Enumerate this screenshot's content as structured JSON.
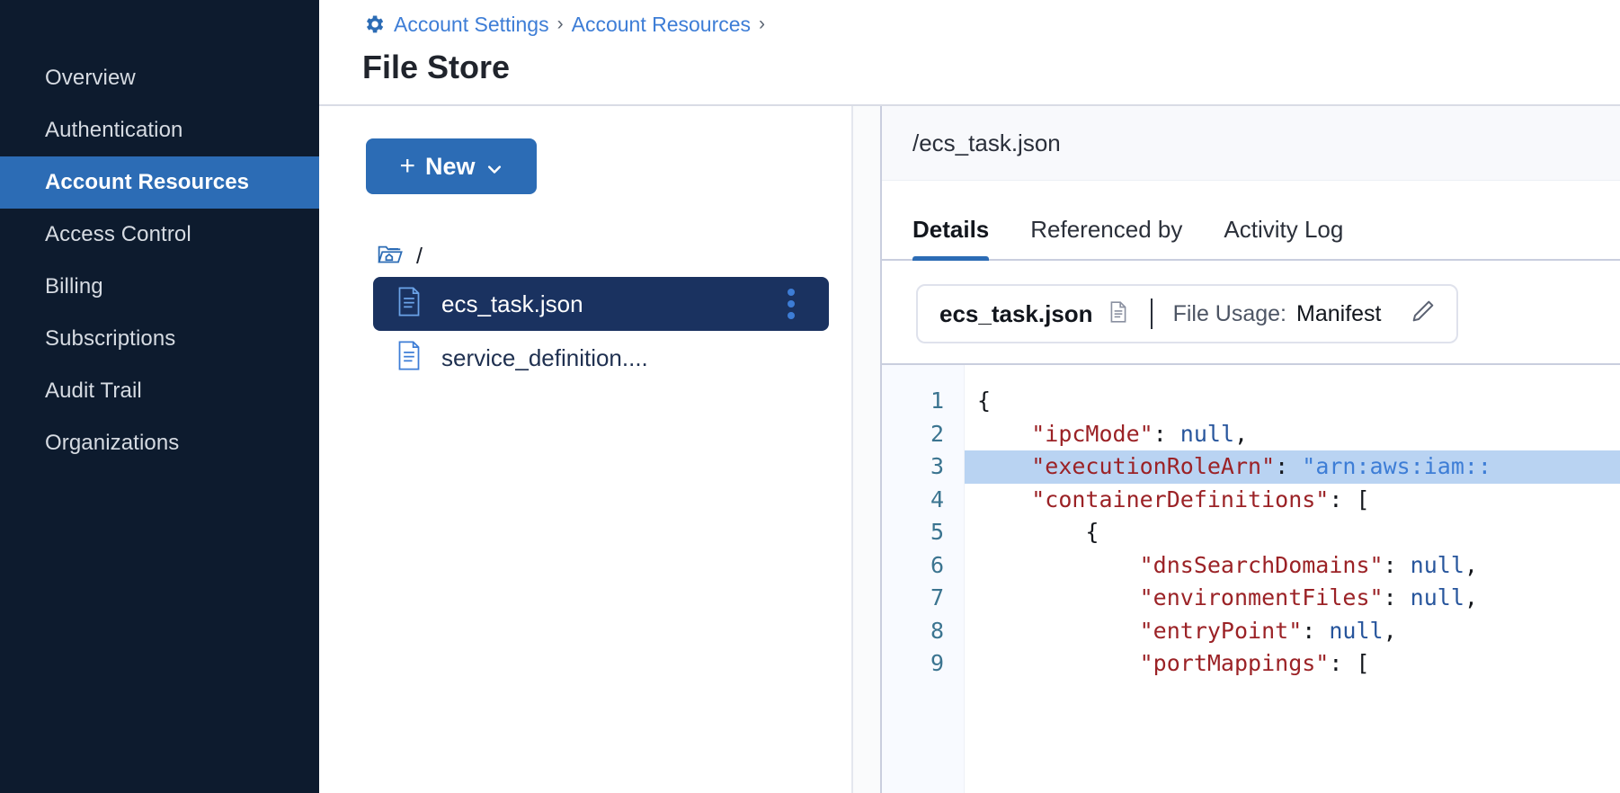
{
  "sidebar": {
    "items": [
      {
        "label": "Overview",
        "active": false
      },
      {
        "label": "Authentication",
        "active": false
      },
      {
        "label": "Account Resources",
        "active": true
      },
      {
        "label": "Access Control",
        "active": false
      },
      {
        "label": "Billing",
        "active": false
      },
      {
        "label": "Subscriptions",
        "active": false
      },
      {
        "label": "Audit Trail",
        "active": false
      },
      {
        "label": "Organizations",
        "active": false
      }
    ]
  },
  "header": {
    "gear_icon": "gear-icon",
    "breadcrumb": [
      {
        "label": "Account Settings"
      },
      {
        "label": "Account Resources"
      }
    ],
    "separator": "›",
    "title": "File Store"
  },
  "tree_panel": {
    "new_button": {
      "plus": "+",
      "label": "New",
      "chevron": "chevron-down-icon"
    },
    "root": {
      "icon": "folder-home-icon",
      "label": "/"
    },
    "files": [
      {
        "name": "ecs_task.json",
        "icon": "file-icon",
        "selected": true,
        "kebab": "more-vertical-icon"
      },
      {
        "name": "service_definition....",
        "icon": "file-icon",
        "selected": false
      }
    ]
  },
  "detail_panel": {
    "path": "/ecs_task.json",
    "tabs": [
      {
        "label": "Details",
        "active": true
      },
      {
        "label": "Referenced by",
        "active": false
      },
      {
        "label": "Activity Log",
        "active": false
      }
    ],
    "usage_card": {
      "file_name": "ecs_task.json",
      "file_icon": "document-icon",
      "usage_label": "File Usage:",
      "usage_value": "Manifest",
      "edit_icon": "pencil-icon"
    },
    "editor": {
      "line_numbers": [
        "1",
        "2",
        "3",
        "4",
        "5",
        "6",
        "7",
        "8",
        "9"
      ],
      "highlighted_line": 3,
      "lines": [
        [
          {
            "t": "{",
            "c": "p"
          }
        ],
        [
          {
            "t": "    ",
            "c": "ind"
          },
          {
            "t": "\"ipcMode\"",
            "c": "k"
          },
          {
            "t": ": ",
            "c": "p"
          },
          {
            "t": "null",
            "c": "v-null"
          },
          {
            "t": ",",
            "c": "p"
          }
        ],
        [
          {
            "t": "    ",
            "c": "ind"
          },
          {
            "t": "\"executionRoleArn\"",
            "c": "k"
          },
          {
            "t": ": ",
            "c": "p"
          },
          {
            "t": "\"arn:aws:iam::",
            "c": "v-str"
          }
        ],
        [
          {
            "t": "    ",
            "c": "ind"
          },
          {
            "t": "\"containerDefinitions\"",
            "c": "k"
          },
          {
            "t": ": [",
            "c": "p"
          }
        ],
        [
          {
            "t": "        ",
            "c": "ind"
          },
          {
            "t": "{",
            "c": "p"
          }
        ],
        [
          {
            "t": "            ",
            "c": "ind"
          },
          {
            "t": "\"dnsSearchDomains\"",
            "c": "k"
          },
          {
            "t": ": ",
            "c": "p"
          },
          {
            "t": "null",
            "c": "v-null"
          },
          {
            "t": ",",
            "c": "p"
          }
        ],
        [
          {
            "t": "            ",
            "c": "ind"
          },
          {
            "t": "\"environmentFiles\"",
            "c": "k"
          },
          {
            "t": ": ",
            "c": "p"
          },
          {
            "t": "null",
            "c": "v-null"
          },
          {
            "t": ",",
            "c": "p"
          }
        ],
        [
          {
            "t": "            ",
            "c": "ind"
          },
          {
            "t": "\"entryPoint\"",
            "c": "k"
          },
          {
            "t": ": ",
            "c": "p"
          },
          {
            "t": "null",
            "c": "v-null"
          },
          {
            "t": ",",
            "c": "p"
          }
        ],
        [
          {
            "t": "            ",
            "c": "ind"
          },
          {
            "t": "\"portMappings\"",
            "c": "k"
          },
          {
            "t": ": [",
            "c": "p"
          }
        ]
      ]
    }
  },
  "colors": {
    "sidebar_bg": "#0d1b2e",
    "accent": "#2c6cb5",
    "link": "#3d7dd6",
    "selected_row": "#1a3260",
    "code_highlight": "#b9d3f2",
    "key_red": "#9b2226",
    "null_blue": "#27559c"
  }
}
